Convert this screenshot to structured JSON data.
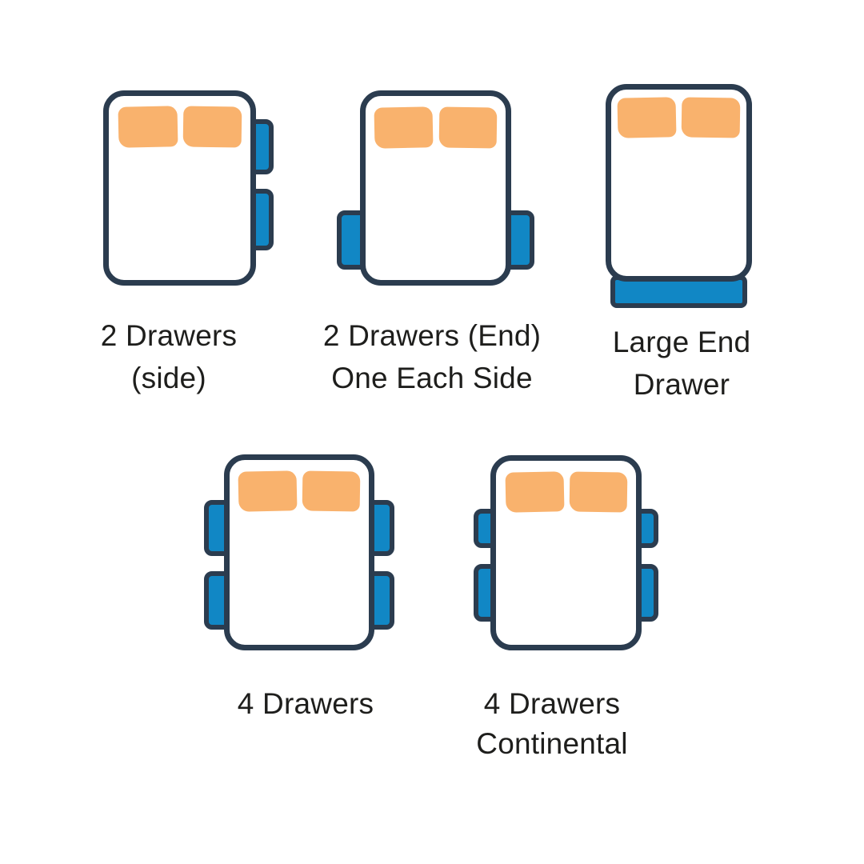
{
  "colors": {
    "page_bg": "#ffffff",
    "outline": "#2b3c4f",
    "drawer": "#1187c5",
    "pillow": "#f9b26d",
    "text": "#1e1e1c"
  },
  "diagrams": [
    {
      "name": "2-drawers-side",
      "label_lines": [
        "2 Drawers",
        "(side)"
      ],
      "drawer_count": 2,
      "drawer_placement": "right side"
    },
    {
      "name": "2-drawers-end-one-each-side",
      "label_lines": [
        "2 Drawers (End)",
        "One Each Side"
      ],
      "drawer_count": 2,
      "drawer_placement": "one each side near foot end"
    },
    {
      "name": "large-end-drawer",
      "label_lines": [
        "Large End",
        "Drawer"
      ],
      "drawer_count": 1,
      "drawer_placement": "foot end full width"
    },
    {
      "name": "4-drawers",
      "label_lines": [
        "4 Drawers"
      ],
      "drawer_count": 4,
      "drawer_placement": "two each side"
    },
    {
      "name": "4-drawers-continental",
      "label_lines": [
        "4 Drawers",
        "Continental"
      ],
      "drawer_count": 4,
      "drawer_placement": "two each side, shorter upper drawers"
    }
  ]
}
